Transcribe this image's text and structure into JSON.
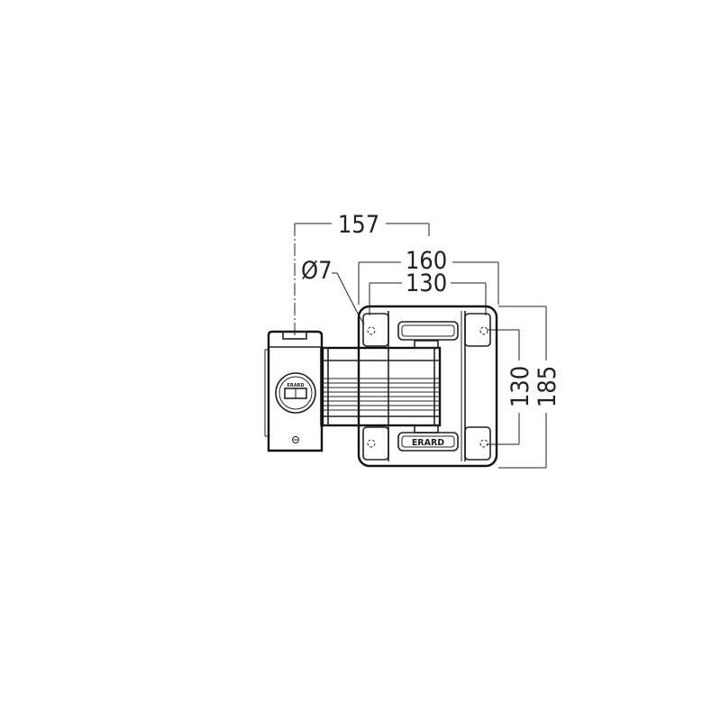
{
  "dimensions": {
    "arm_reach": "157",
    "plate_width": "160",
    "hole_spacing_horizontal": "130",
    "hole_diameter": "Ø7",
    "hole_spacing_vertical": "130",
    "plate_height": "185"
  },
  "branding": {
    "plate_logo": "ERARD",
    "head_logo": "ERARD"
  },
  "colors": {
    "line": "#222222",
    "background": "#ffffff"
  }
}
